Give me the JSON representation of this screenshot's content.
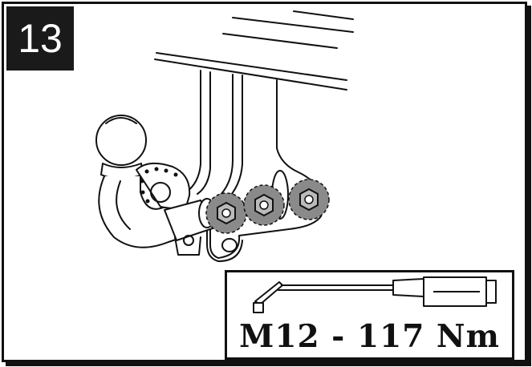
{
  "step": {
    "number": "13"
  },
  "torque": {
    "label": "M12 - 117 Nm"
  },
  "icons": {
    "hitch": "tow-hitch-illustration",
    "bolts": "highlighted-bolt-icon",
    "wrench": "torque-wrench-icon"
  },
  "colors": {
    "line": "#111111",
    "highlight": "#8a8a8a",
    "background": "#ffffff"
  }
}
